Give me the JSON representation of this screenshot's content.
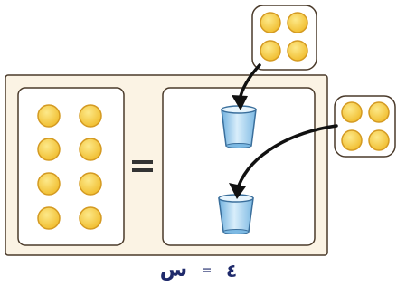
{
  "equation": {
    "variable": "س",
    "equals": "=",
    "value": "٤"
  },
  "colors": {
    "frame_fill": "#fbf3e4",
    "frame_stroke": "#4a3a2a",
    "panel_fill": "#ffffff",
    "counter_fill": "#f5c842",
    "counter_stroke": "#d49a22",
    "cup_fill": "#a8d4f0",
    "cup_stroke": "#3a6f9c",
    "text": "#1f2a6b"
  },
  "diagram": {
    "left_panel_counters": 8,
    "cups": 2,
    "counters_per_cup": 4,
    "equals_symbol": "="
  }
}
